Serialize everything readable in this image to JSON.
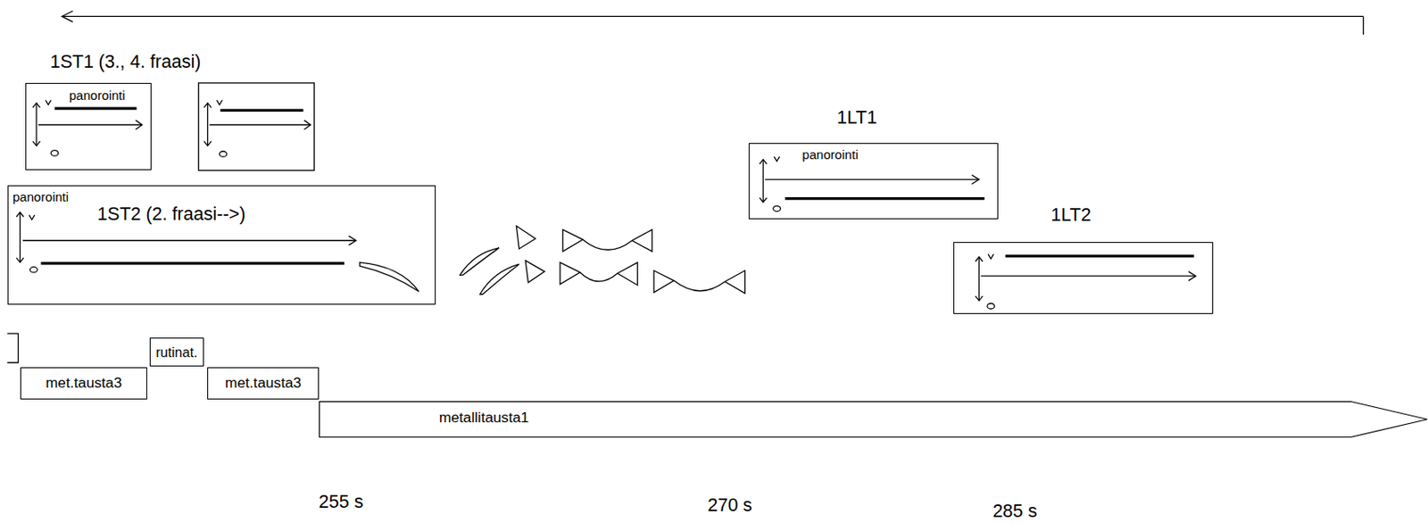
{
  "diagram": {
    "nodes": [
      {
        "text": [
          "panorointi"
        ]
      },
      {
        "text": [
          "panorointi",
          "1ST2 (2. fraasi-->)"
        ]
      },
      {
        "text": [
          "1LT1",
          "panorointi"
        ]
      },
      {
        "text": [
          "1LT2"
        ]
      },
      {
        "text": [
          "rutinat."
        ]
      },
      {
        "text": [
          "met.tausta3"
        ]
      },
      {
        "text": [
          "met.tausta3"
        ]
      },
      {
        "text": [
          "metallitausta1"
        ]
      }
    ],
    "labels": [
      "1ST1 (3., 4. fraasi)",
      "255 s",
      "270 s",
      "285 s"
    ]
  }
}
